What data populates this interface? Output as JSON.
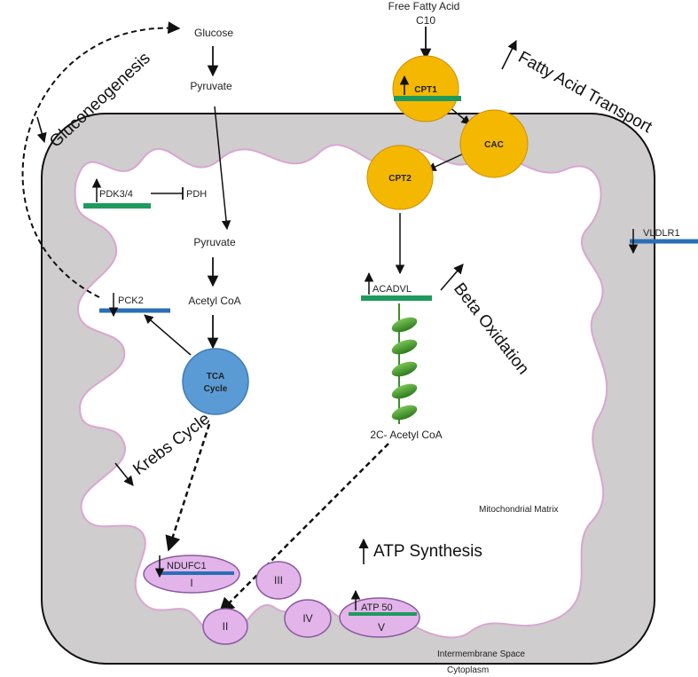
{
  "pathways": {
    "gluconeogenesis": "Gluconeogenesis",
    "fatty_acid_transport": "Fatty Acid Transport",
    "beta_oxidation": "Beta Oxidation",
    "krebs_cycle": "Krebs Cycle",
    "atp_synthesis": "ATP Synthesis"
  },
  "metabolites": {
    "glucose": "Glucose",
    "pyruvate_cytosol": "Pyruvate",
    "pyruvate_matrix": "Pyruvate",
    "acetyl_coa": "Acetyl CoA",
    "free_fatty_acid": "Free Fatty Acid",
    "c10": "C10",
    "two_c_acetyl_coa": "2C- Acetyl CoA"
  },
  "genes": {
    "pdk": "PDK3/4",
    "pdh": "PDH",
    "pck2": "PCK2",
    "vldlr1": "VLDLR1",
    "acadvl": "ACADVL",
    "ndufc1": "NDUFC1",
    "atp50": "ATP 50"
  },
  "enzymes": {
    "cpt1": "CPT1",
    "cac": "CAC",
    "cpt2": "CPT2",
    "tca_line1": "TCA",
    "tca_line2": "Cycle"
  },
  "complexes": {
    "c1": "I",
    "c2": "II",
    "c3": "III",
    "c4": "IV",
    "c5": "V"
  },
  "compartments": {
    "matrix": "Mitochondrial Matrix",
    "intermembrane": "Intermembrane Space",
    "cytoplasm": "Cytoplasm"
  },
  "colors": {
    "membrane_fill": "#cfcdce",
    "membrane_edge": "#d9a6d2",
    "gene_up_bar": "#1f9a5e",
    "gene_down_bar": "#2a6fb5",
    "transporter": "#f5b800",
    "tca": "#5b9bd5",
    "complex": "#e2b4ea",
    "helix": "#3e8e2a"
  }
}
